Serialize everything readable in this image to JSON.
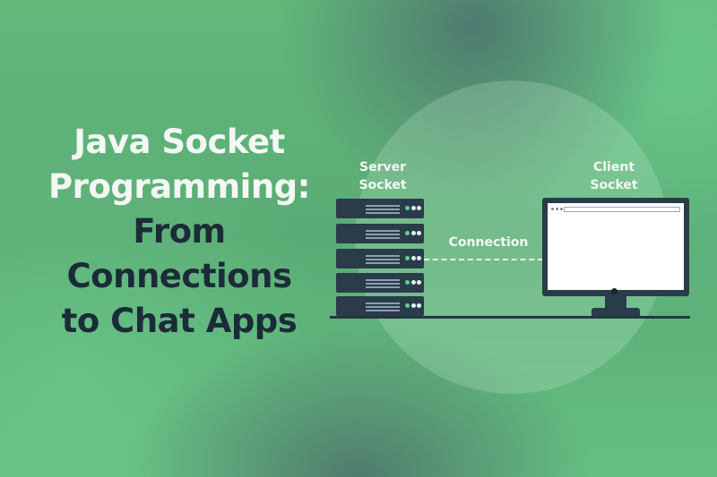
{
  "headline": {
    "line1": "Java Socket",
    "line2": "Programming:",
    "line3": "From",
    "line4": "Connections",
    "line5": "to Chat Apps"
  },
  "diagram": {
    "server_label_1": "Server",
    "server_label_2": "Socket",
    "client_label_1": "Client",
    "client_label_2": "Socket",
    "connection_label": "Connection"
  },
  "colors": {
    "light_text": "#f4f8f4",
    "dark_text": "#1c2b38",
    "hardware": "#2a3b49",
    "status_led": "#5fd38b"
  }
}
